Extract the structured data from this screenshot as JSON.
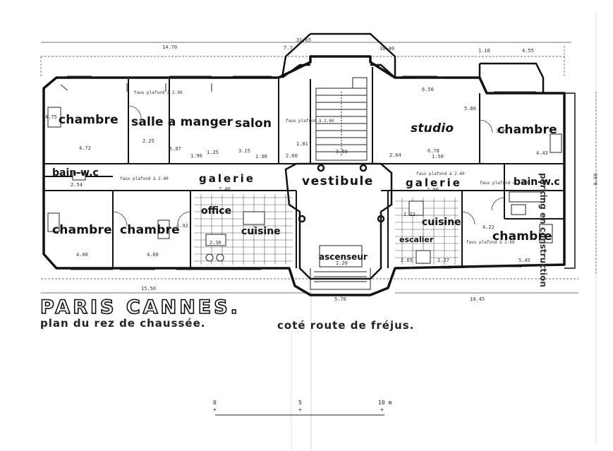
{
  "plan": {
    "title": "PARIS CANNES.",
    "subtitle": "plan du rez de chaussée.",
    "street": "coté route de fréjus.",
    "side_note": "parking en construction",
    "rooms": {
      "chambre_nw": "chambre",
      "salle_a_manger": "salle a manger",
      "salon": "salon",
      "studio": "studio",
      "chambre_ne": "chambre",
      "bain_w": "bain-w.c",
      "galerie_w": "galerie",
      "vestibule": "vestibule",
      "galerie_e": "galerie",
      "bain_e": "bain-w.c",
      "chambre_sw1": "chambre",
      "chambre_sw2": "chambre",
      "office": "office",
      "cuisine_w": "cuisine",
      "ascenseur": "ascenseur",
      "cuisine_e": "cuisine",
      "escalier": "escalier",
      "chambre_se": "chambre"
    },
    "dimensions": {
      "top_left": "14.70",
      "top_mid_a": "7.7",
      "top_mid_b": "31.65",
      "top_right_a": "10.40",
      "top_right_b": "1.10",
      "top_right_c": "4.55",
      "studio_w": "6.50",
      "studio_h": "5.80",
      "chambre_nw_w": "4.72",
      "chambre_nw_h": "4.75",
      "salle_d": "2.25",
      "salle_e": "5.87",
      "salle_f": "1.90",
      "salle_g": "1.25",
      "salon_a": "3.15",
      "salon_b": "1.90",
      "salon_c": "2.60",
      "vest_a": "1.81",
      "vest_b": "3.50",
      "studio_a": "2.64",
      "studio_b": "6.78",
      "studio_c": "1.50",
      "chambre_ne_a": "4.43",
      "chambre_ne_b": "3.00",
      "galerie_a": "2.40",
      "galerie_b": "2.54",
      "galerie_c": "2.00",
      "chambre_sw1_w": "4.00",
      "chambre_sw2_w": "4.60",
      "chambre_sw2_h": "4.92",
      "office_a": "2.36",
      "ascenseur_a": "2.20",
      "cuisine_e_a": "2.27",
      "cuisine_e_b": "2.22",
      "escalier_a": "2.65",
      "chambre_se_w": "5.45",
      "chambre_se_h": "4.22",
      "bottom_left": "15.50",
      "bottom_mid": "5.70",
      "bottom_right": "10.45",
      "right_side": "9.66",
      "faux_plafond_a": "faux plafond à 2.90",
      "faux_plafond_b": "faux plafond à 2.60",
      "faux_plafond_c": "faux plafond à 2.40",
      "faux_plafond_d": "faux plafond à 2.60",
      "faux_plafond_e": "faux plafond à 2.60",
      "faux_plafond_f": "faux plafond à 2.40"
    },
    "scale": {
      "t0": "0",
      "t5": "5",
      "t10": "10 m"
    }
  }
}
